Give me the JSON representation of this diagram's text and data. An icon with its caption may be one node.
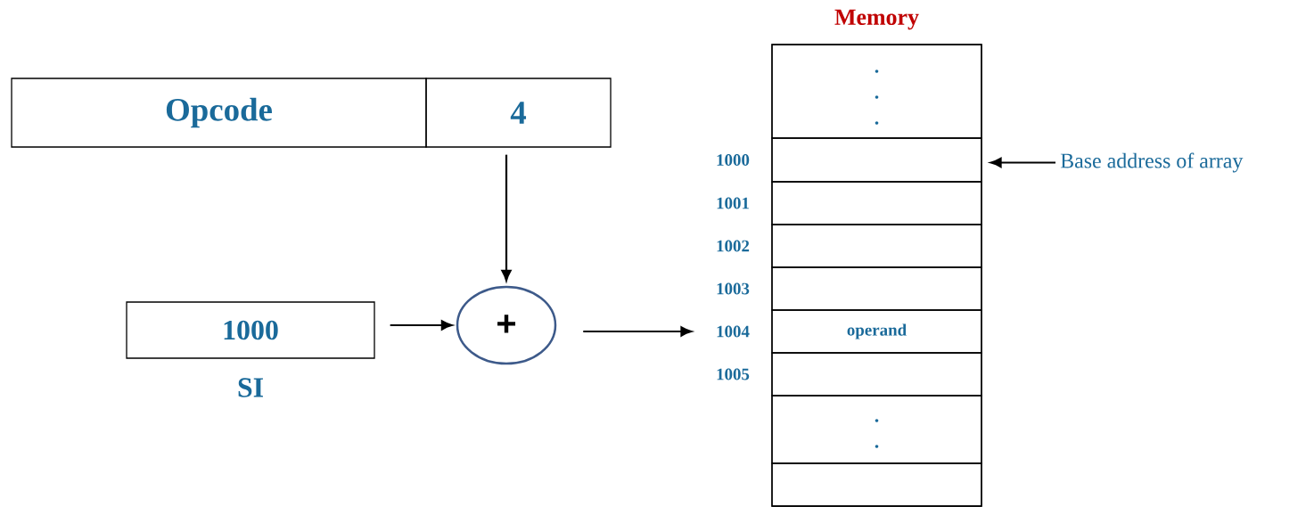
{
  "diagram": {
    "nodes": [
      {
        "text": [
          "Opcode"
        ]
      },
      {
        "text": [
          "4"
        ]
      },
      {
        "text": [
          "1000"
        ],
        "beside": [
          "SI"
        ]
      },
      {
        "text": [
          "+"
        ]
      },
      {
        "text": [
          "Memory"
        ]
      },
      {
        "text": [],
        "shape": "box",
        "in": 4
      },
      {
        "text": [],
        "shape": "box",
        "in": 4,
        "beside": [
          "1000"
        ]
      },
      {
        "text": [],
        "shape": "box",
        "in": 4,
        "beside": [
          "1001"
        ]
      },
      {
        "text": [],
        "shape": "box",
        "in": 4,
        "beside": [
          "1002"
        ]
      },
      {
        "text": [],
        "shape": "box",
        "in": 4,
        "beside": [
          "1003"
        ]
      },
      {
        "text": [
          "operand"
        ],
        "in": 4,
        "beside": [
          "1004"
        ]
      },
      {
        "text": [],
        "shape": "box",
        "in": 4,
        "beside": [
          "1005"
        ]
      },
      {
        "text": [],
        "shape": "box",
        "in": 4
      },
      {
        "text": [],
        "shape": "box",
        "in": 4
      },
      {
        "text": [
          "Base address of array"
        ]
      }
    ],
    "edges": [
      {
        "from": 1,
        "to": 3,
        "arrow": "to"
      },
      {
        "from": 2,
        "to": 3,
        "arrow": "to"
      },
      {
        "from": 3,
        "to": 10,
        "arrow": "to"
      },
      {
        "from": 14,
        "to": 6,
        "arrow": "to"
      }
    ]
  }
}
